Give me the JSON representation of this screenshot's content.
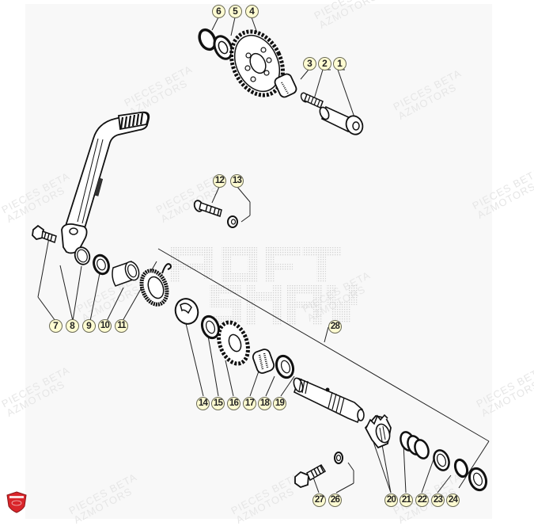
{
  "diagram": {
    "title": "Kick starter exploded parts diagram",
    "watermark": "PIECES BETA\nAZMOTORS",
    "colors": {
      "panel_bg": "#f8f8f8",
      "badge_fill": "#fffcd2",
      "badge_border": "#6a6a55",
      "line": "#222222",
      "logo_red": "#d9252a"
    },
    "callouts": [
      {
        "id": "1",
        "label": "1"
      },
      {
        "id": "2",
        "label": "2"
      },
      {
        "id": "3",
        "label": "3"
      },
      {
        "id": "4",
        "label": "4"
      },
      {
        "id": "5",
        "label": "5"
      },
      {
        "id": "6",
        "label": "6"
      },
      {
        "id": "7",
        "label": "7"
      },
      {
        "id": "8",
        "label": "8"
      },
      {
        "id": "9",
        "label": "9"
      },
      {
        "id": "10",
        "label": "10"
      },
      {
        "id": "11",
        "label": "11"
      },
      {
        "id": "12",
        "label": "12"
      },
      {
        "id": "13",
        "label": "13"
      },
      {
        "id": "14",
        "label": "14"
      },
      {
        "id": "15",
        "label": "15"
      },
      {
        "id": "16",
        "label": "16"
      },
      {
        "id": "17",
        "label": "17"
      },
      {
        "id": "18",
        "label": "18"
      },
      {
        "id": "19",
        "label": "19"
      },
      {
        "id": "20",
        "label": "20"
      },
      {
        "id": "21",
        "label": "21"
      },
      {
        "id": "22",
        "label": "22"
      },
      {
        "id": "23",
        "label": "23"
      },
      {
        "id": "24",
        "label": "24"
      },
      {
        "id": "26",
        "label": "26"
      },
      {
        "id": "27",
        "label": "27"
      },
      {
        "id": "28",
        "label": "28"
      }
    ],
    "parts": {
      "kick_lever": "kick-start-lever",
      "idler_gear": "idler-gear",
      "kick_shaft": "kick-start-shaft",
      "return_spring": "return-spring",
      "kick_gear": "kick-gear",
      "ratchet": "ratchet"
    },
    "logo": "azmotors-shield-logo"
  }
}
